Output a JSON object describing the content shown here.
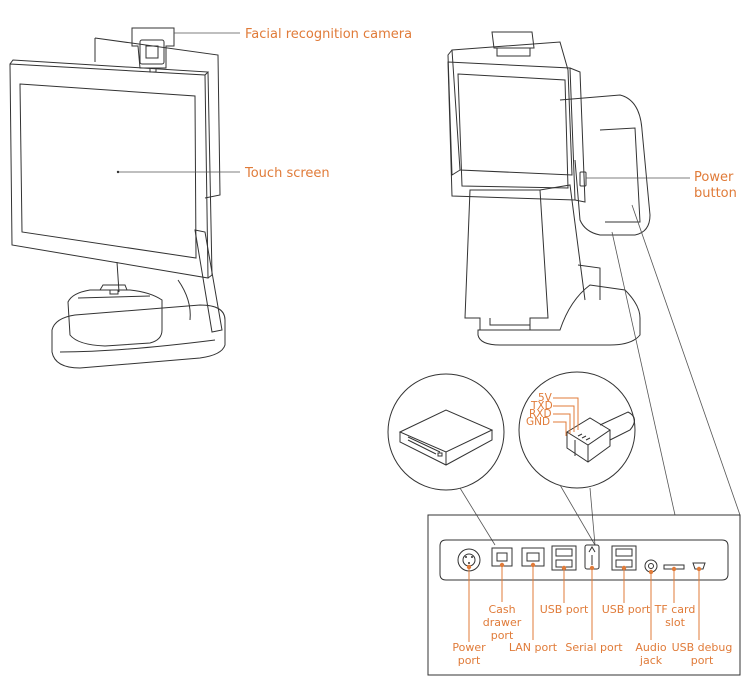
{
  "labels": {
    "camera": "Facial recognition camera",
    "touch": "Touch screen",
    "power_button": [
      "Power",
      "button"
    ]
  },
  "pins": [
    "5V",
    "TXD",
    "RXD",
    "GND"
  ],
  "ports": {
    "power": [
      "Power",
      "port"
    ],
    "cash": [
      "Cash",
      "drawer",
      "port"
    ],
    "lan": "LAN port",
    "usb1": "USB port",
    "serial": "Serial port",
    "usb2": "USB port",
    "audio": [
      "Audio",
      "jack"
    ],
    "tf": [
      "TF card",
      "slot"
    ],
    "usbdebug": [
      "USB debug",
      "port"
    ]
  },
  "colors": {
    "accent": "#e07b39",
    "line": "#333333"
  }
}
